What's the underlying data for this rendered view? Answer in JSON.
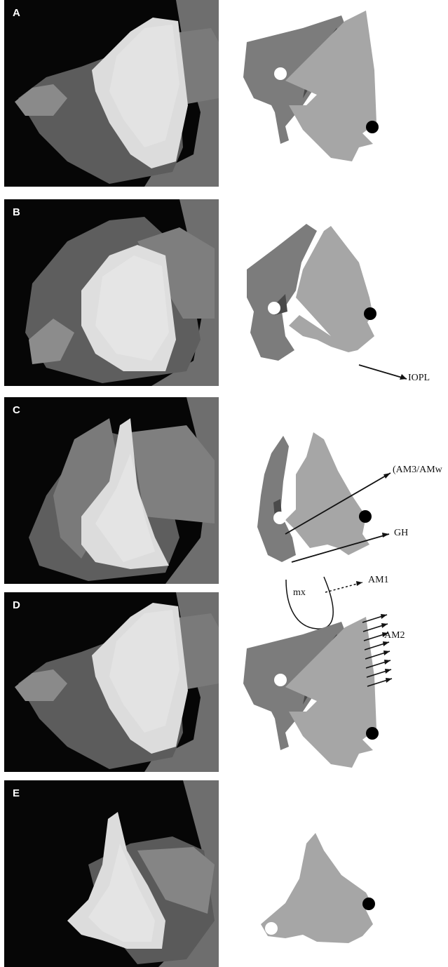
{
  "panels": [
    {
      "id": "A",
      "label": "A",
      "annotations": []
    },
    {
      "id": "B",
      "label": "B",
      "annotations": [
        "IOPL"
      ]
    },
    {
      "id": "C",
      "label": "C",
      "annotations": [
        "(AM3/AMw",
        "GH"
      ]
    },
    {
      "id": "D",
      "label": "D",
      "annotations": [
        "mx",
        "AM1",
        "AM2"
      ]
    },
    {
      "id": "E",
      "label": "E",
      "annotations": []
    }
  ],
  "colors": {
    "photo_background": "#060606",
    "bone_highlight": "#e6e6e6",
    "schematic_dark": "#7c7c7c",
    "schematic_light": "#a6a6a6",
    "schematic_groove": "#4a4a4a"
  }
}
